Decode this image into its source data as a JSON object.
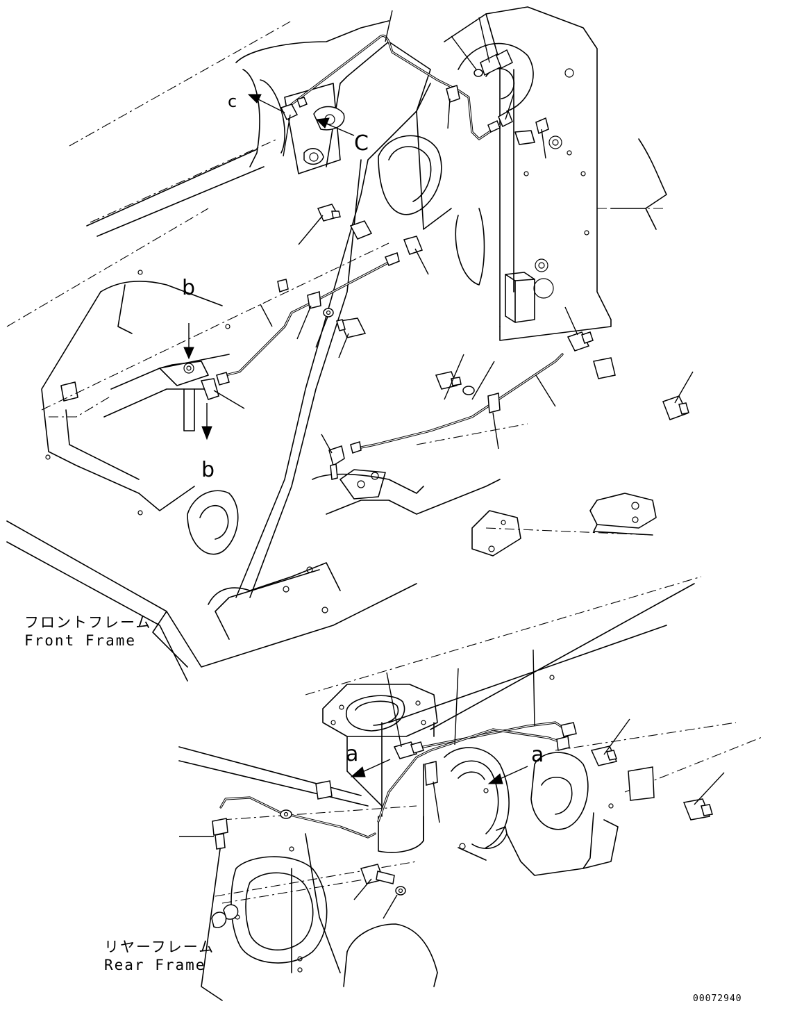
{
  "labels": {
    "c_small": "c",
    "c_large": "C",
    "b_top": "b",
    "b_bottom": "b",
    "a_left": "a",
    "a_right": "a"
  },
  "captions": {
    "front_jp": "フロントフレーム",
    "front_en": "Front Frame",
    "rear_jp": "リヤーフレーム",
    "rear_en": "Rear Frame"
  },
  "drawing_code": "00072940"
}
